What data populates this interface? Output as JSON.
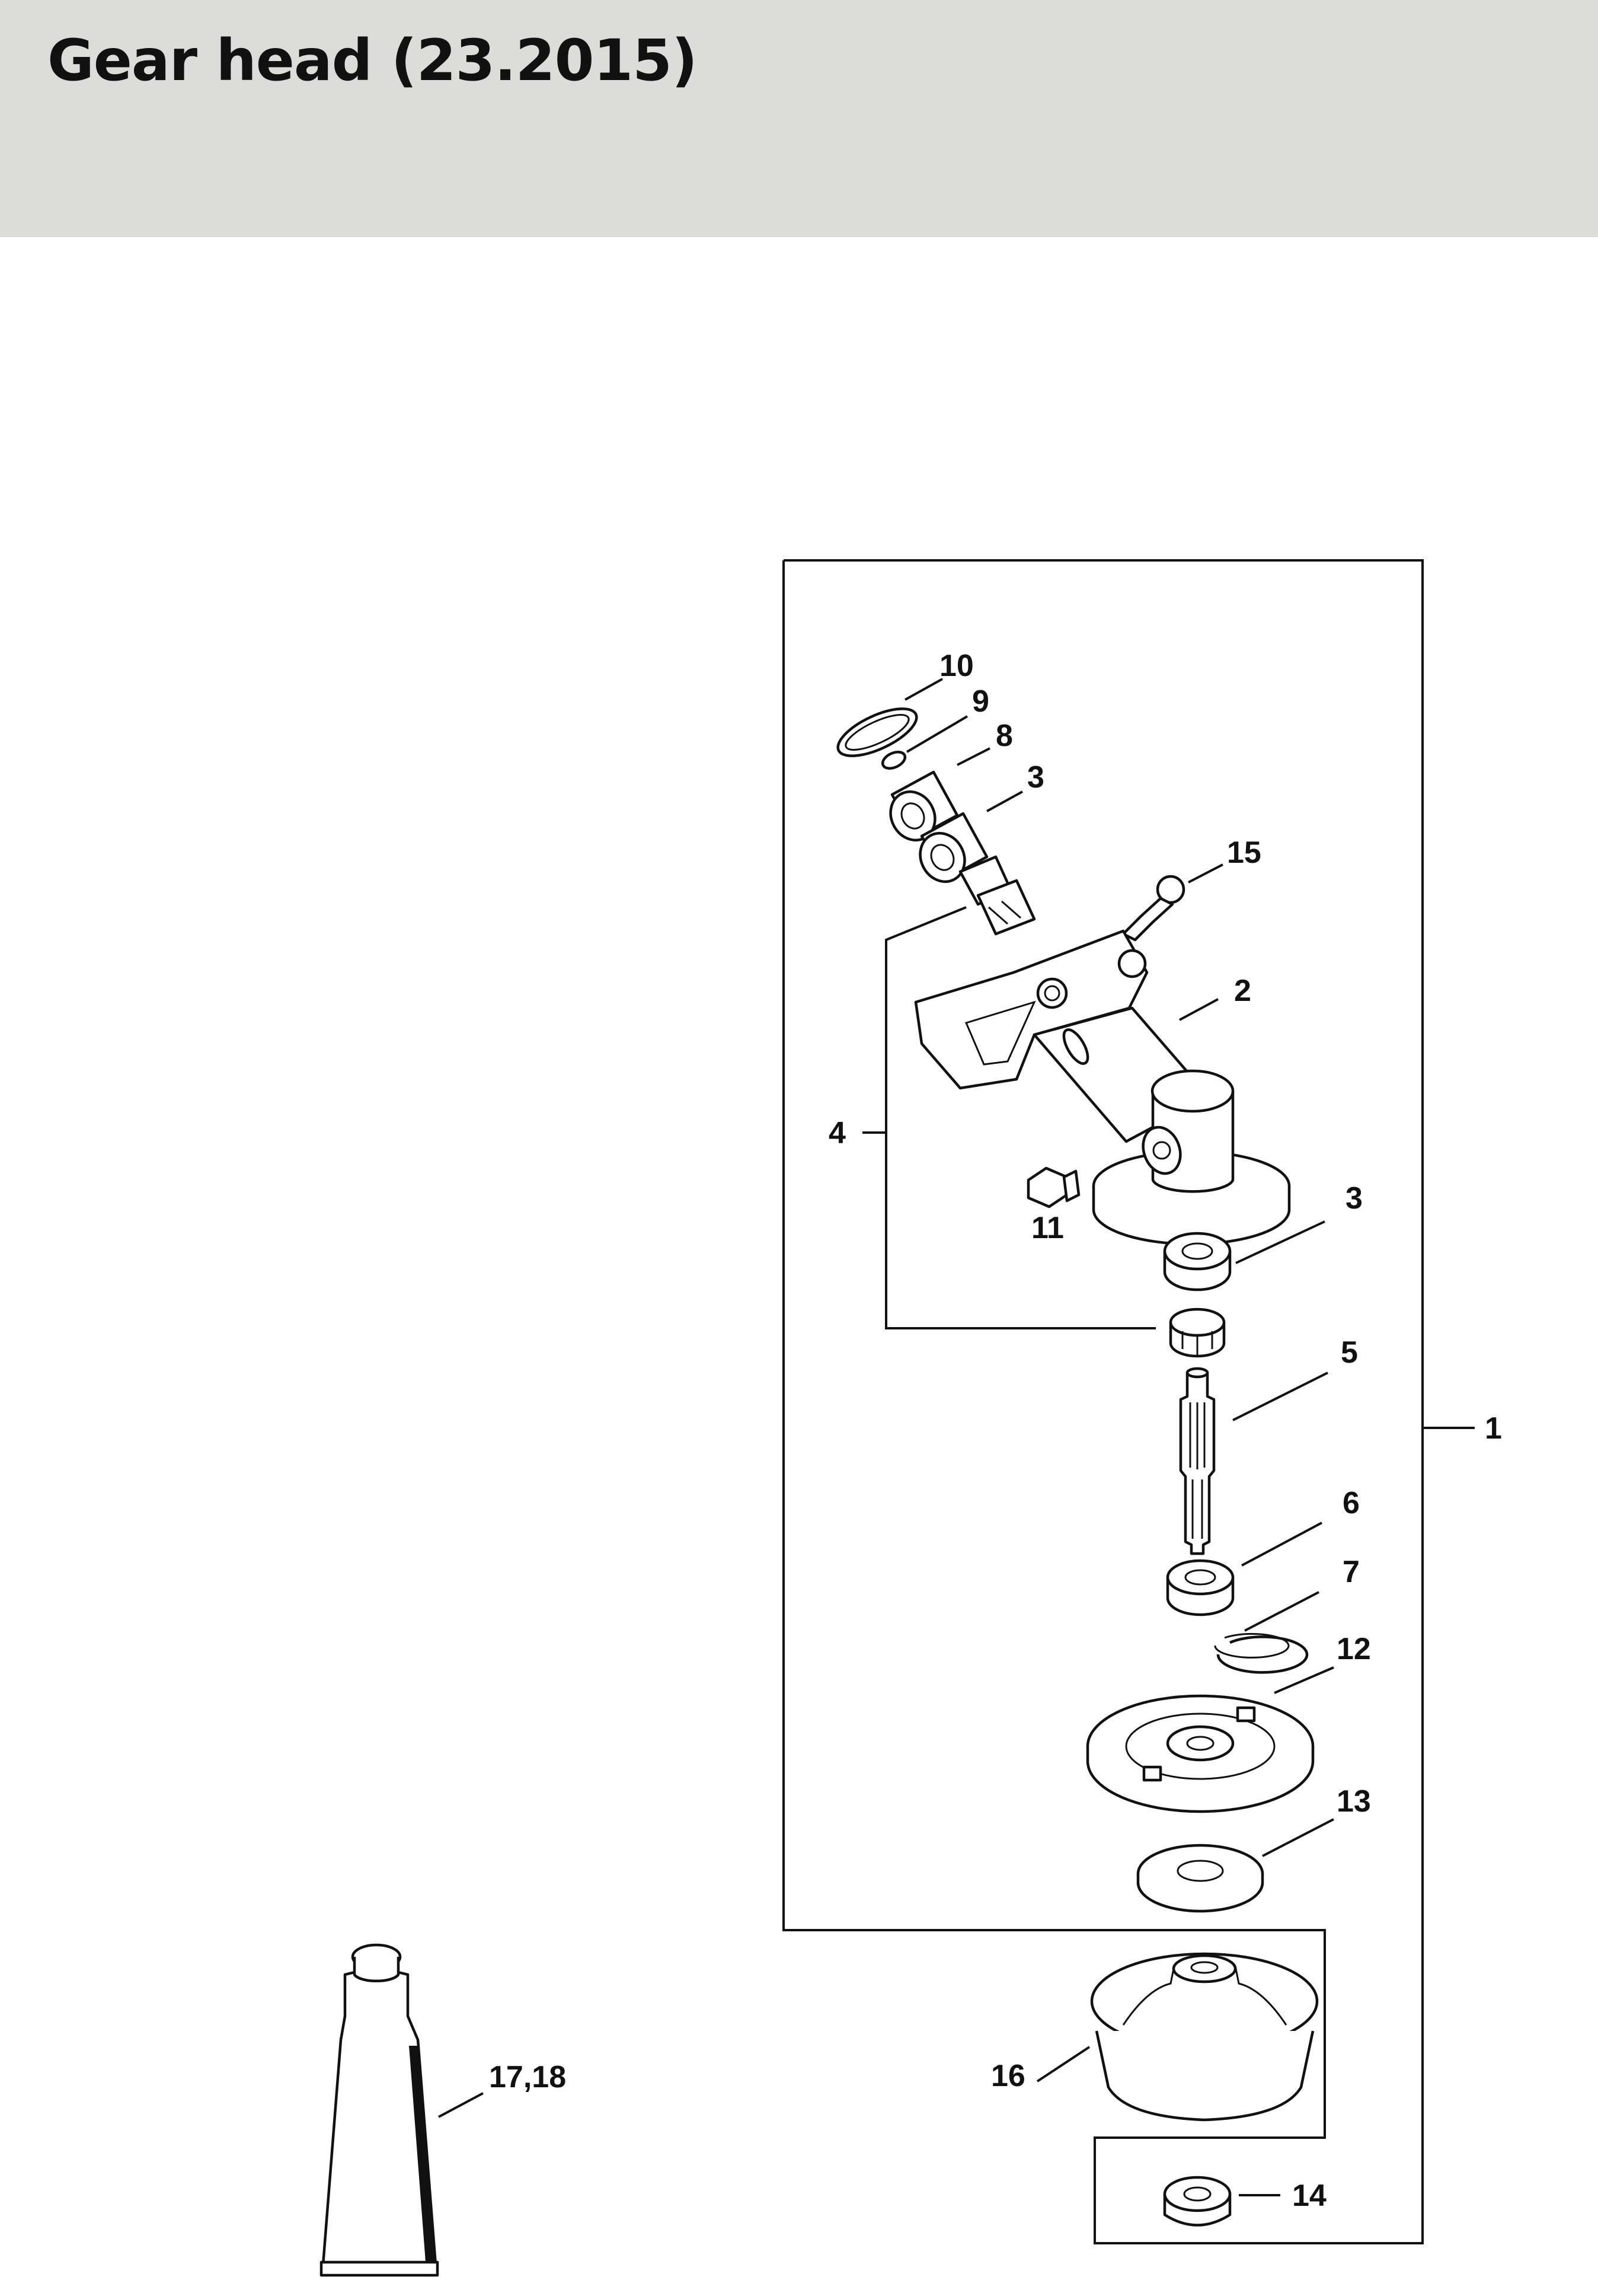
{
  "page": {
    "title": "Gear head (23.2015)"
  },
  "callouts": {
    "c1": "1",
    "c2": "2",
    "c3a": "3",
    "c3b": "3",
    "c4": "4",
    "c5": "5",
    "c6": "6",
    "c7": "7",
    "c8": "8",
    "c9": "9",
    "c10": "10",
    "c11": "11",
    "c12": "12",
    "c13": "13",
    "c14": "14",
    "c15": "15",
    "c16": "16",
    "c17_18": "17,18"
  },
  "colors": {
    "header_bg": "#dcdddb",
    "line": "#111111",
    "background": "#ffffff"
  }
}
